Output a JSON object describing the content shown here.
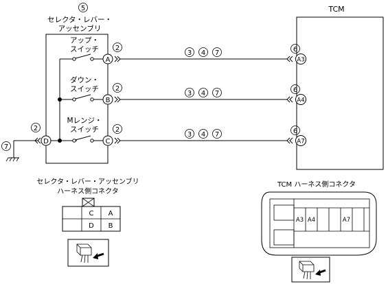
{
  "selector_assembly": {
    "ref_number": "5",
    "label_line1": "セレクタ・レバー・",
    "label_line2": "アッセンブリ"
  },
  "tcm": {
    "label": "TCM"
  },
  "switches": [
    {
      "label_line1": "アップ・",
      "label_line2": "スイッチ",
      "terminal": "A",
      "near_ref": "2",
      "wire_refs": [
        "3",
        "4",
        "7"
      ],
      "tcm_ref": "6",
      "tcm_terminal": "A3"
    },
    {
      "label_line1": "ダウン・",
      "label_line2": "スイッチ",
      "terminal": "B",
      "near_ref": "2",
      "wire_refs": [
        "3",
        "4",
        "7"
      ],
      "tcm_ref": "6",
      "tcm_terminal": "A4"
    },
    {
      "label_line1": "Mレンジ・",
      "label_line2": "スイッチ",
      "terminal": "C",
      "near_ref": "2",
      "wire_refs": [
        "3",
        "4",
        "7"
      ],
      "tcm_ref": "6",
      "tcm_terminal": "A7"
    }
  ],
  "ground": {
    "terminal": "D",
    "near_ref": "2",
    "ground_ref": "7"
  },
  "selector_connector": {
    "title_line1": "セレクタ・レバー・アッセンブリ",
    "title_line2": "ハーネス側コネクタ",
    "cells": [
      [
        "",
        "C",
        "A"
      ],
      [
        "",
        "D",
        "B"
      ]
    ]
  },
  "tcm_connector": {
    "title": "TCM ハーネス側コネクタ",
    "labels": [
      "A3",
      "A4",
      "A7"
    ]
  },
  "icons": [
    "connector-view-icon",
    "tcm-connector-view-icon"
  ]
}
